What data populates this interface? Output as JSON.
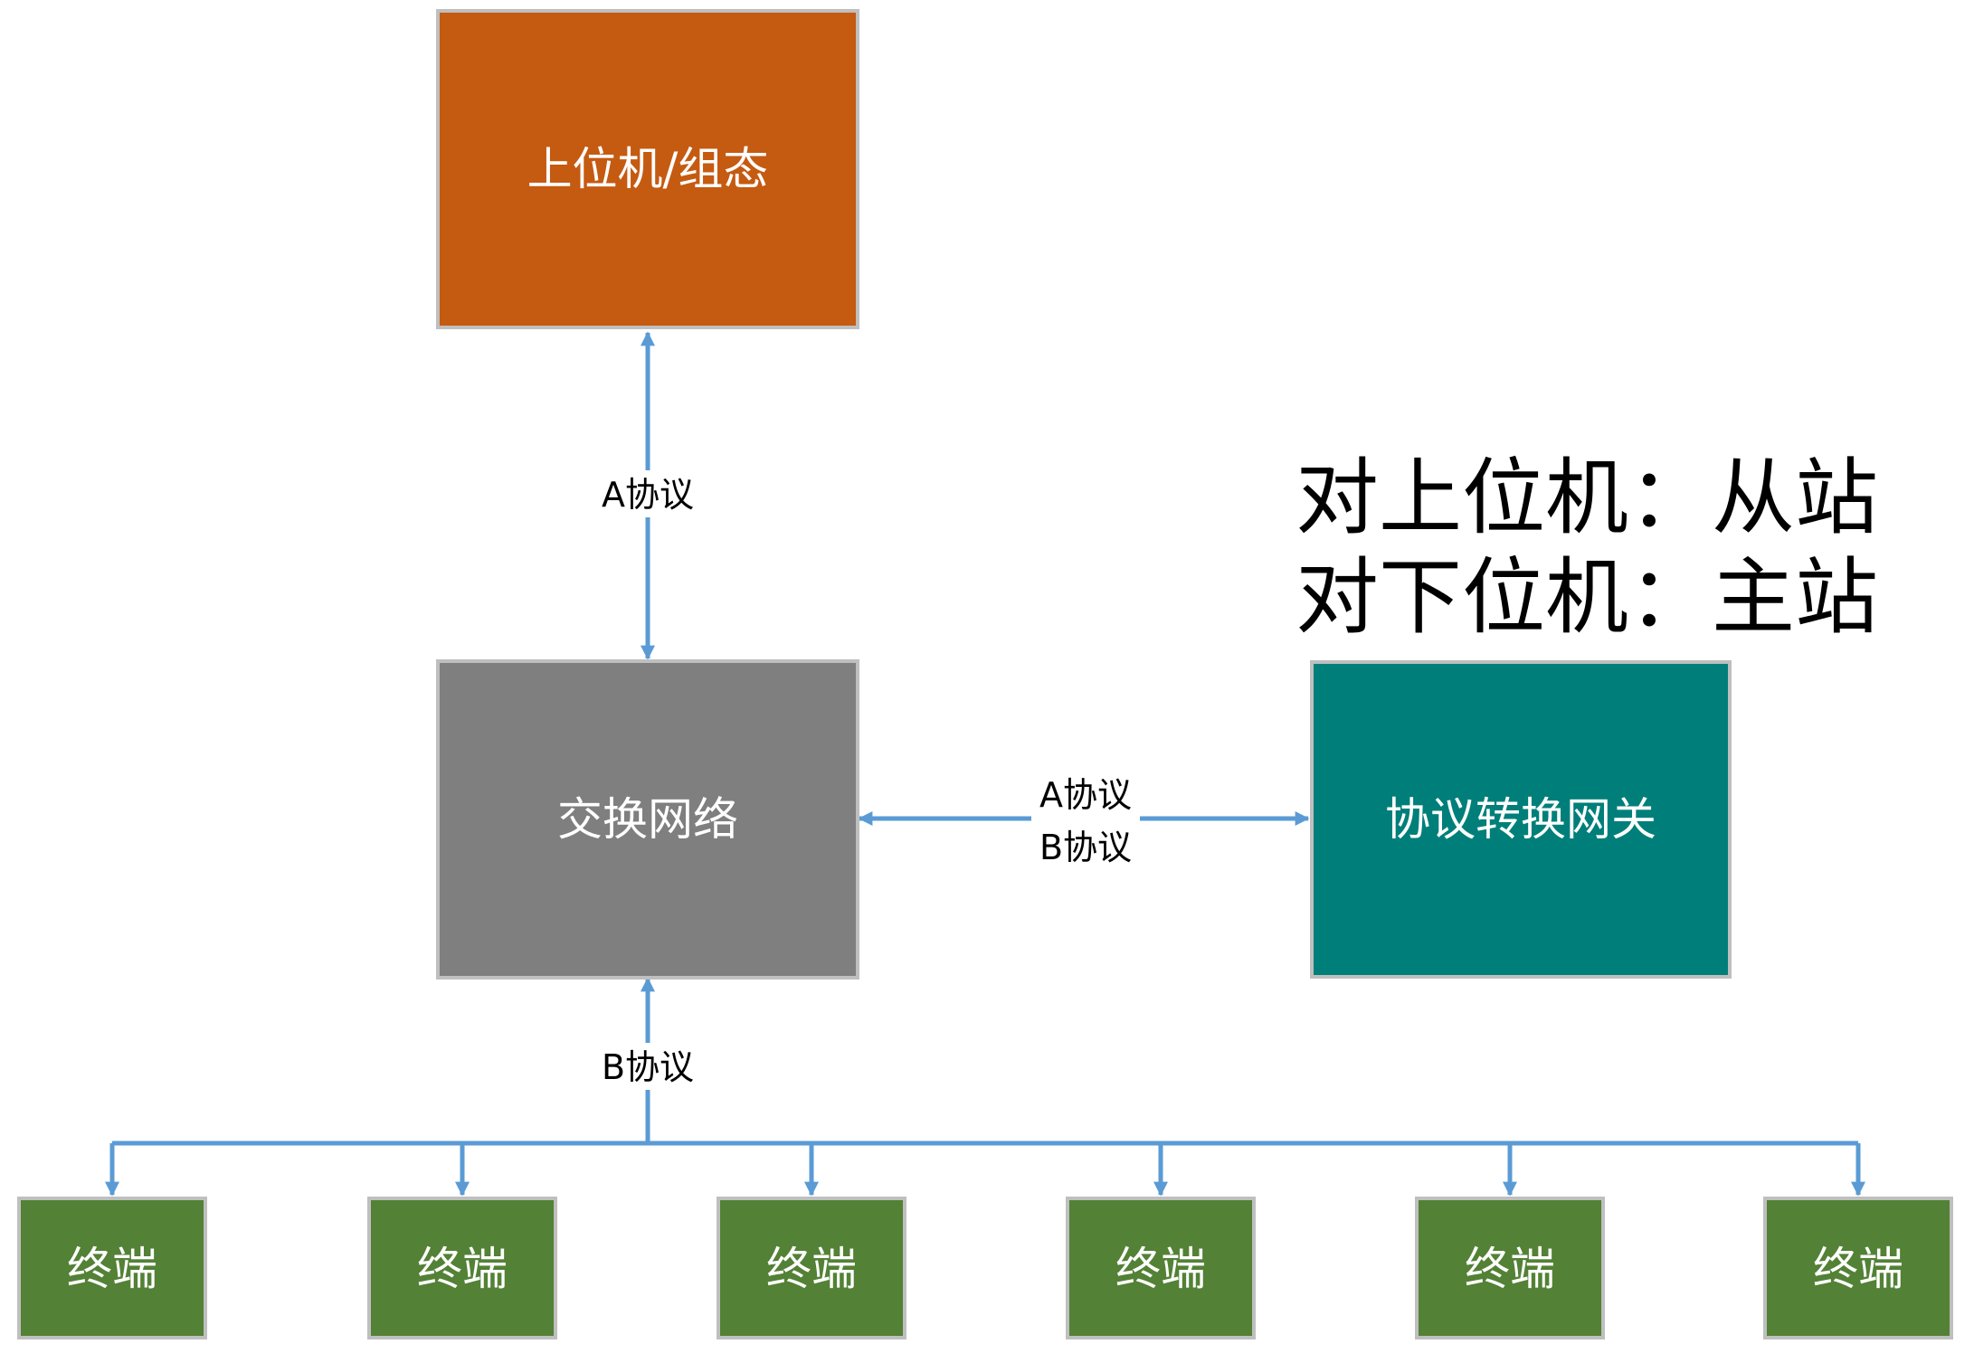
{
  "nodes": {
    "host": {
      "label": "上位机/组态",
      "color": "#C55A11"
    },
    "switch": {
      "label": "交换网络",
      "color": "#7F7F7F"
    },
    "gateway": {
      "label": "协议转换网关",
      "color": "#007F7A"
    },
    "terminals": [
      {
        "label": "终端"
      },
      {
        "label": "终端"
      },
      {
        "label": "终端"
      },
      {
        "label": "终端"
      },
      {
        "label": "终端"
      },
      {
        "label": "终端"
      }
    ],
    "terminal_color": "#538135"
  },
  "edges": {
    "host_switch": {
      "label": "A协议"
    },
    "switch_gateway": {
      "label_a": "A协议",
      "label_b": "B协议"
    },
    "switch_terminals": {
      "label": "B协议"
    }
  },
  "side_note": {
    "line1": "对上位机：从站",
    "line2": "对下位机：主站"
  },
  "colors": {
    "connector": "#5B9BD5",
    "node_border": "#BFBFBF",
    "page_background": "#FFFFFF"
  }
}
